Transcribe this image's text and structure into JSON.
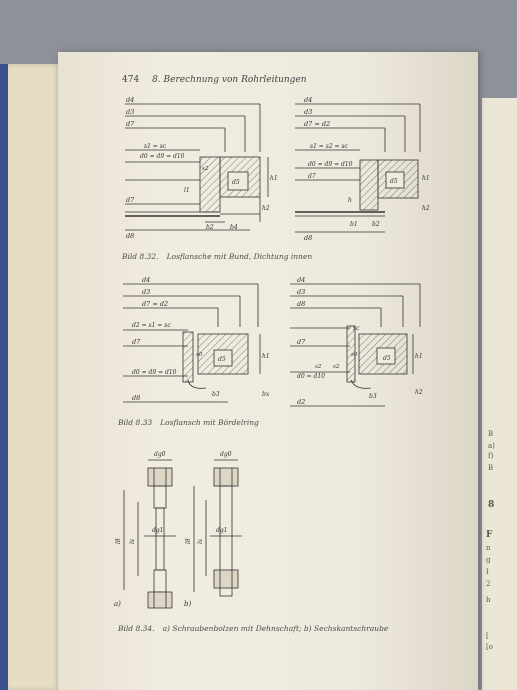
{
  "header": {
    "page_number": "474",
    "chapter_title": "8. Berechnung von Rohrleitungen"
  },
  "figures": [
    {
      "label": "Bild 8.32.",
      "caption": "Losflansche mit Bund, Dichtung innen"
    },
    {
      "label": "Bild 8.33",
      "caption": "Losflansch mit Bördelring"
    },
    {
      "label": "Bild 8.34.",
      "caption": "a) Schraubenbolzen mit Dehnschaft; b) Sechskantschraube"
    }
  ],
  "fig_8_32_left": {
    "dims": [
      "d4",
      "d3",
      "d7",
      "s1 = sc",
      "d0 = d9 = d10",
      "s2",
      "d5",
      "h1",
      "h2",
      "d7",
      "l1",
      "b2",
      "b4",
      "d8"
    ]
  },
  "fig_8_32_right": {
    "dims": [
      "d4",
      "d3",
      "d7 = d2",
      "s1 = s2 = sc",
      "d0 = d9 = d10",
      "d7",
      "d5",
      "h1",
      "h2",
      "h",
      "b1",
      "b2",
      "d8"
    ]
  },
  "fig_8_33_left": {
    "dims": [
      "d4",
      "d3",
      "d7 = d2",
      "d2 = s1 = sc",
      "d7",
      "s0",
      "d5",
      "h1",
      "d0 = d9 = d10",
      "b3",
      "bx",
      "d8"
    ]
  },
  "fig_8_33_right": {
    "dims": [
      "d4",
      "d3",
      "d8",
      "sc",
      "d7",
      "s0",
      "s2",
      "s2",
      "d0 = d10",
      "d5",
      "h1",
      "b3",
      "d2",
      "h2"
    ]
  },
  "fig_8_34": {
    "dims_a": [
      "dg0",
      "l8",
      "ls",
      "dg1"
    ],
    "dims_b": [
      "dg0",
      "l8",
      "ls",
      "dg1"
    ],
    "sub_labels": [
      "a)",
      "b)"
    ]
  },
  "right_page": {
    "fragments": [
      "B",
      "a)",
      "f)",
      "B",
      "8",
      "F",
      "n",
      "g",
      "I",
      "2",
      "h",
      "[",
      "[o"
    ]
  }
}
